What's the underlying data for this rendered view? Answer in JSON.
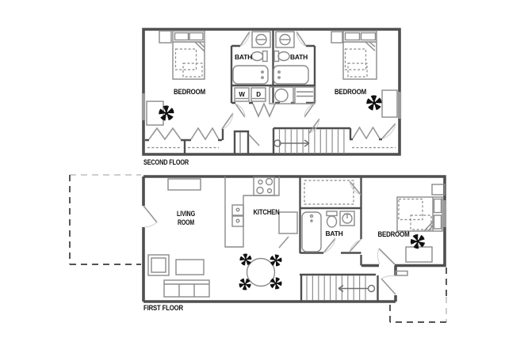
{
  "colors": {
    "background": "#ffffff",
    "wall": "#4f4f4f",
    "window": "#9a9a9a",
    "fixture": "#8a8a8a",
    "label": "#111111",
    "dashed": "#3a3a3a",
    "light_dashed": "#bdbdbd"
  },
  "floors": {
    "second": {
      "label": "SECOND FLOOR",
      "rooms": {
        "bedroom_left": "BEDROOM",
        "bedroom_right": "BEDROOM",
        "bath_left": "BATH",
        "bath_right": "BATH",
        "washer": "W",
        "dryer": "D"
      }
    },
    "first": {
      "label": "FIRST FLOOR",
      "rooms": {
        "living_line1": "LIVING",
        "living_line2": "ROOM",
        "kitchen": "KITCHEN",
        "bath": "BATH",
        "bedroom": "BEDROOM"
      }
    }
  }
}
